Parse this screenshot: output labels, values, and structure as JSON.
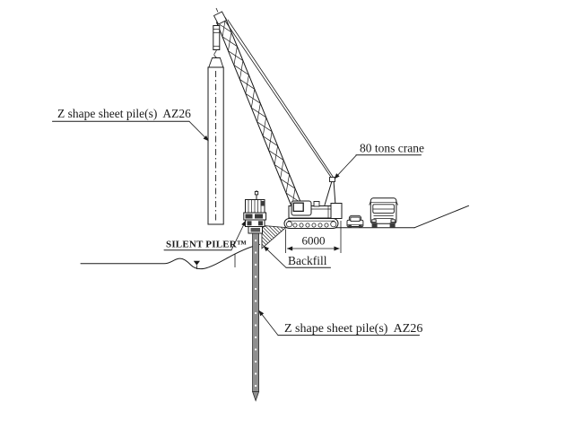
{
  "diagram": {
    "title": "Sheet pile installation with silent piler and crane",
    "labels": {
      "suspended_pile": "Z shape sheet pile(s)  AZ26",
      "crane": "80 tons crane",
      "piler": "SILENT PILER™",
      "backfill": "Backfill",
      "driven_pile": "Z shape sheet pile(s)  AZ26",
      "dimension_mm": "6000"
    },
    "colors": {
      "line": "#1a1a1a",
      "pile_fill": "#8f8f8f",
      "background": "#ffffff"
    }
  }
}
